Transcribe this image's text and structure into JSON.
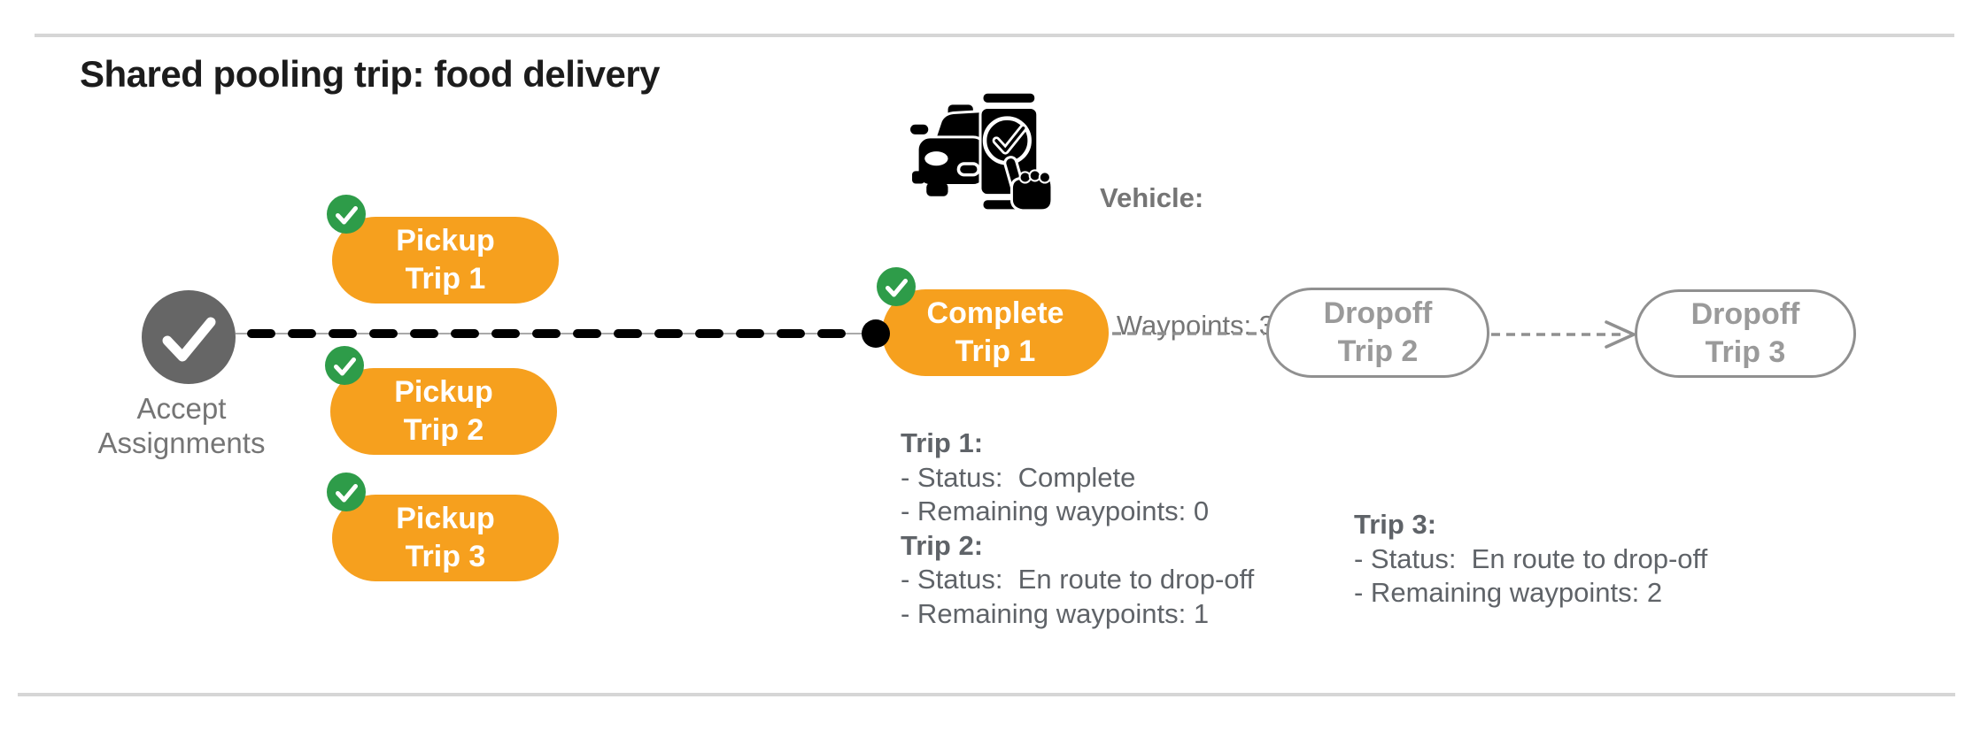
{
  "page": {
    "title": "Shared pooling trip: food delivery"
  },
  "vehicle_panel": {
    "icon": "car-with-phone-check-icon",
    "label": "Vehicle:",
    "waypoints_line": "- Waypoints: 3"
  },
  "flow": {
    "accept": {
      "icon": "check-circle-icon",
      "line1": "Accept",
      "line2": "Assignments"
    },
    "pickups": [
      {
        "badge_icon": "check-badge-icon",
        "line1": "Pickup",
        "line2": "Trip 1"
      },
      {
        "badge_icon": "check-badge-icon",
        "line1": "Pickup",
        "line2": "Trip 2"
      },
      {
        "badge_icon": "check-badge-icon",
        "line1": "Pickup",
        "line2": "Trip 3"
      }
    ],
    "complete": {
      "badge_icon": "check-badge-icon",
      "line1": "Complete",
      "line2": "Trip 1"
    },
    "dropoffs": [
      {
        "line1": "Dropoff",
        "line2": "Trip 2"
      },
      {
        "line1": "Dropoff",
        "line2": "Trip 3"
      }
    ]
  },
  "status_blocks": {
    "left": [
      {
        "title": "Trip 1:",
        "lines": [
          "- Status:  Complete",
          "- Remaining waypoints: 0"
        ]
      },
      {
        "title": "Trip 2:",
        "lines": [
          "- Status:  En route to drop-off",
          "- Remaining waypoints: 1"
        ]
      }
    ],
    "right": [
      {
        "title": "Trip 3:",
        "lines": [
          "- Status:  En route to drop-off",
          "- Remaining waypoints: 2"
        ]
      }
    ]
  },
  "colors": {
    "orange": "#F6A01E",
    "green": "#2E9C49",
    "node_gray": "#666666",
    "outline_gray": "#909090",
    "muted_text": "#9A9A9A",
    "label_gray": "#757575",
    "body_gray": "#5F6368",
    "title_color": "#1C1C1C",
    "divider": "#D6D6D6",
    "line_black": "#000000",
    "underlay_gray": "#AAAAAA"
  }
}
